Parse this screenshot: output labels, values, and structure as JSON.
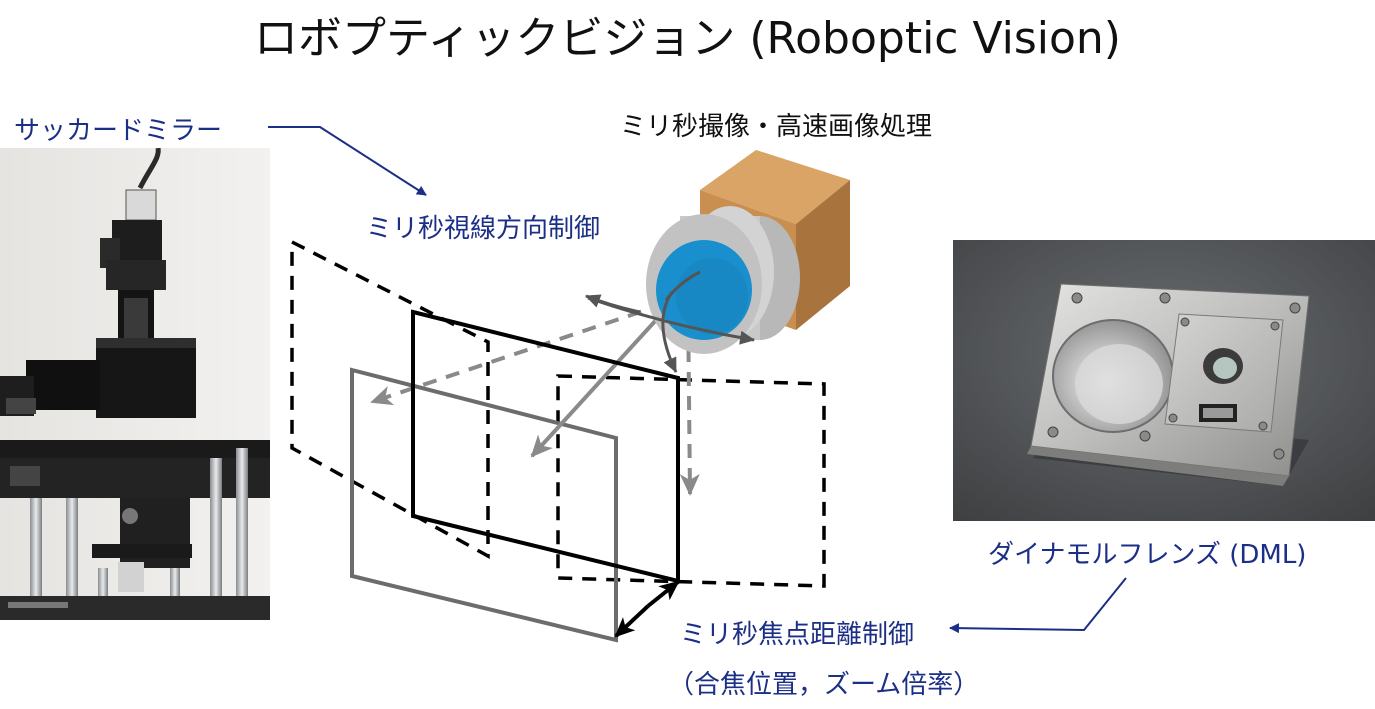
{
  "title": "ロボプティックビジョン (Roboptic Vision)",
  "labels": {
    "saccade_mirror": "サッカードミラー",
    "gaze_control": "ミリ秒視線方向制御",
    "camera": "ミリ秒撮像・高速画像処理",
    "dml": "ダイナモルフレンズ (DML)",
    "focus_control": "ミリ秒焦点距離制御",
    "focus_sub": "（合焦位置，ズーム倍率）"
  },
  "colors": {
    "label_blue": "#1c2f86",
    "camera_body": "#c98f50",
    "lens_blue": "#1a8fce",
    "arrow_gray": "#7a7a7a"
  }
}
